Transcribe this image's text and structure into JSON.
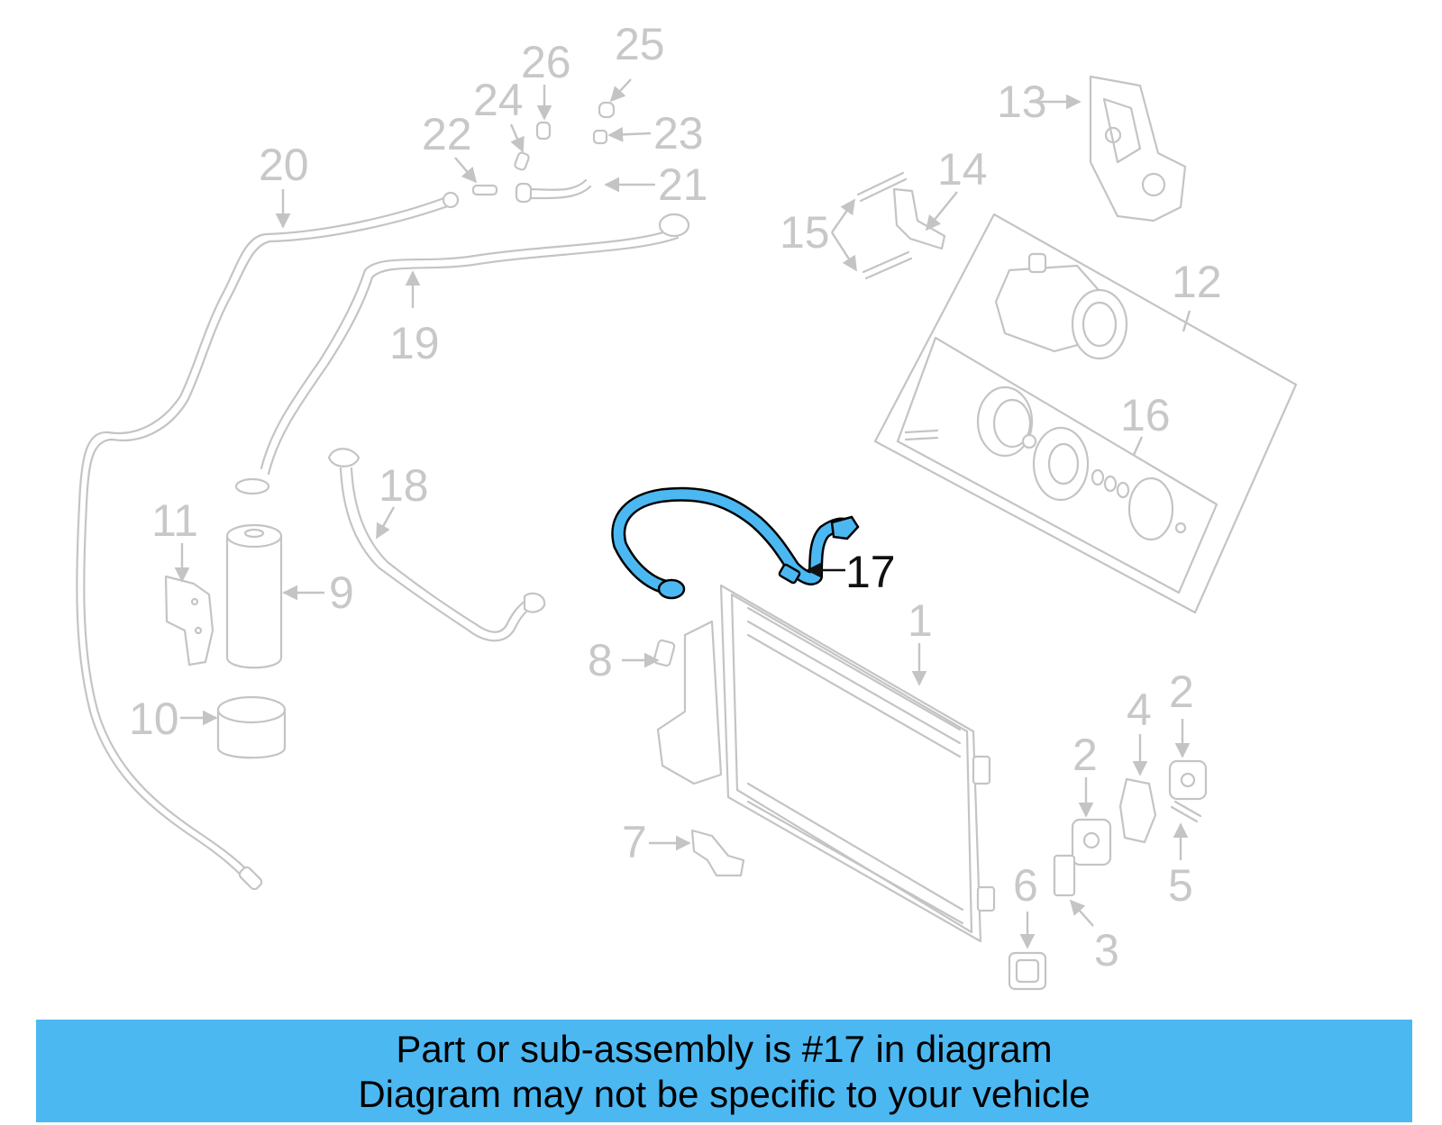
{
  "diagram": {
    "highlight_color": "#4cb8f2",
    "part_color": "#c4c4c4",
    "callouts": {
      "c1": "1",
      "c2a": "2",
      "c2b": "2",
      "c3": "3",
      "c4": "4",
      "c5": "5",
      "c6": "6",
      "c7": "7",
      "c8": "8",
      "c9": "9",
      "c10": "10",
      "c11": "11",
      "c12": "12",
      "c13": "13",
      "c14": "14",
      "c15": "15",
      "c16": "16",
      "c17": "17",
      "c18": "18",
      "c19": "19",
      "c20": "20",
      "c21": "21",
      "c22": "22",
      "c23": "23",
      "c24": "24",
      "c25": "25",
      "c26": "26"
    },
    "highlighted_part": "17"
  },
  "banner": {
    "line1": "Part or sub-assembly is #17 in diagram",
    "line2": "Diagram may not be specific to your vehicle",
    "background": "#4cb8f2"
  }
}
